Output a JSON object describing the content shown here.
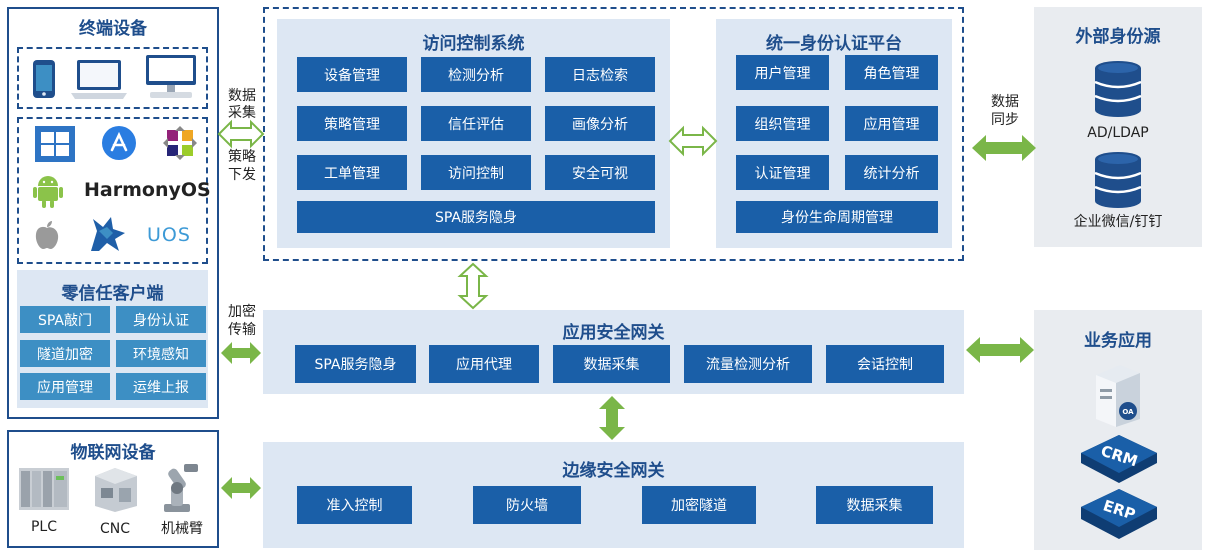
{
  "terminal": {
    "title": "终端设备",
    "os_labels": {
      "harmony": "HarmonyOS",
      "uos": "UOS"
    }
  },
  "zero_trust_client": {
    "title": "零信任客户端",
    "items": [
      "SPA敲门",
      "身份认证",
      "隧道加密",
      "环境感知",
      "应用管理",
      "运维上报"
    ]
  },
  "iot": {
    "title": "物联网设备",
    "items": [
      "PLC",
      "CNC",
      "机械臂"
    ]
  },
  "access_control": {
    "title": "访问控制系统",
    "items": [
      "设备管理",
      "检测分析",
      "日志检索",
      "策略管理",
      "信任评估",
      "画像分析",
      "工单管理",
      "访问控制",
      "安全可视"
    ],
    "wide": "SPA服务隐身"
  },
  "identity_platform": {
    "title": "统一身份认证平台",
    "items": [
      "用户管理",
      "角色管理",
      "组织管理",
      "应用管理",
      "认证管理",
      "统计分析"
    ],
    "wide": "身份生命周期管理"
  },
  "external": {
    "title": "外部身份源",
    "sources": [
      "AD/LDAP",
      "企业微信/钉钉"
    ]
  },
  "app_gateway": {
    "title": "应用安全网关",
    "items": [
      "SPA服务隐身",
      "应用代理",
      "数据采集",
      "流量检测分析",
      "会话控制"
    ]
  },
  "edge_gateway": {
    "title": "边缘安全网关",
    "items": [
      "准入控制",
      "防火墙",
      "加密隧道",
      "数据采集"
    ]
  },
  "business": {
    "title": "业务应用",
    "apps": [
      "OA",
      "CRM",
      "ERP"
    ]
  },
  "arrow_labels": {
    "collect_1": "数据",
    "collect_2": "采集",
    "policy_1": "策略",
    "policy_2": "下发",
    "sync_1": "数据",
    "sync_2": "同步",
    "encrypt_1": "加密",
    "encrypt_2": "传输"
  },
  "colors": {
    "panel_bg": "#dde7f3",
    "button_blue": "#1a5fa8",
    "client_button": "#3d8fc4",
    "title_blue": "#1f4e8c",
    "arrow_green": "#7ab648"
  }
}
